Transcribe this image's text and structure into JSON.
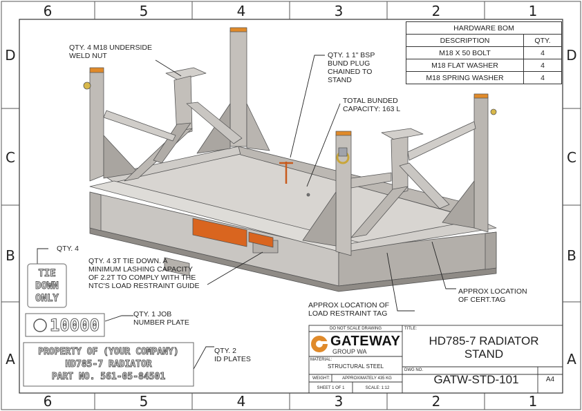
{
  "zones": {
    "top": [
      "6",
      "5",
      "4",
      "3",
      "2",
      "1"
    ],
    "bottom": [
      "6",
      "5",
      "4",
      "3",
      "2",
      "1"
    ],
    "left": [
      "D",
      "C",
      "B",
      "A"
    ],
    "right": [
      "D",
      "C",
      "B",
      "A"
    ]
  },
  "bom": {
    "title": "HARDWARE BOM",
    "headers": [
      "DESCRIPTION",
      "QTY."
    ],
    "rows": [
      {
        "desc": "M18 X 50 BOLT",
        "qty": "4"
      },
      {
        "desc": "M18 FLAT WASHER",
        "qty": "4"
      },
      {
        "desc": "M18 SPRING WASHER",
        "qty": "4"
      }
    ]
  },
  "notes": {
    "weld_nut": "QTY. 4 M18 UNDERSIDE\nWELD NUT",
    "bsp_plug": "QTY. 1 1\" BSP\nBUND PLUG\nCHAINED TO\nSTAND",
    "capacity": "TOTAL BUNDED\nCAPACITY: 163 L",
    "tie_qty": "QTY. 4",
    "tie_down": "QTY. 4 3T TIE DOWN. A\nMINIMUM LASHING CAPACITY\nOF 2.2T TO COMPLY WITH THE\nNTC'S LOAD RESTRAINT GUIDE",
    "cert_tag": "APPROX LOCATION\nOF CERT.TAG",
    "load_tag": "APPROX LOCATION OF\nLOAD RESTRAINT TAG",
    "job_plate": "QTY. 1 JOB\nNUMBER PLATE",
    "id_plates": "QTY. 2\nID PLATES"
  },
  "plates": {
    "tie_lines": [
      "TIE",
      "DOWN",
      "ONLY"
    ],
    "job_number": "10000",
    "id_lines": [
      "PROPERTY OF (YOUR COMPANY)",
      "HD785-7 RADIATOR",
      "PART NO. 561-05-84501"
    ]
  },
  "title_block": {
    "do_not_scale": "DO NOT SCALE DRAWING",
    "title_label": "TITLE:",
    "title": "HD785-7 RADIATOR STAND",
    "company": "GATEWAY",
    "company_sub": "GROUP WA",
    "material_label": "MATERIAL:",
    "material": "STRUCTURAL STEEL",
    "weight_label": "WEIGHT:",
    "weight": "APPROXIMATELY 435 KG",
    "dwg_label": "DWG NO.",
    "dwg_no": "GATW-STD-101",
    "size": "A4",
    "sheet": "SHEET 1 OF 1",
    "scale": "SCALE: 1:12"
  },
  "colors": {
    "steel": "#c9c6c2",
    "steel_dark": "#9e9a95",
    "steel_light": "#dcdad6",
    "accent_orange": "#e08a2a",
    "tag_orange": "#d9651f",
    "border": "#333333"
  }
}
